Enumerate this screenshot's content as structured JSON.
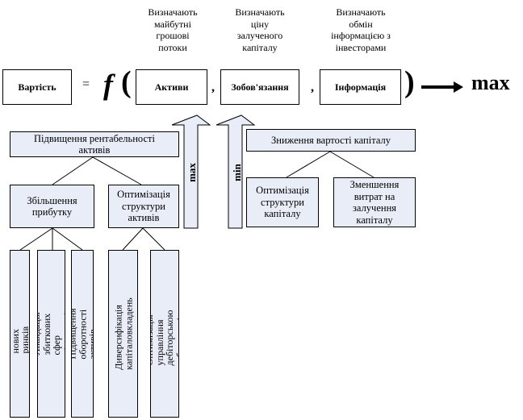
{
  "annotations": [
    "Визначають\nмайбутні\nгрошові\nпотоки",
    "Визначають\nціну\nзалученого\nкапіталу",
    "Визначають\nобмін\nінформацією з\nінвесторами"
  ],
  "formula": {
    "value_label": "Вартість",
    "equals": "=",
    "function_symbol": "f",
    "open_paren": "(",
    "args": [
      "Активи",
      "Зобов'язання",
      "Інформація"
    ],
    "comma": ",",
    "close_paren": ")",
    "arrow": "⟶",
    "target": "max"
  },
  "direction_arrows": {
    "assets": "max",
    "liabilities": "min"
  },
  "left_branch": {
    "root": "Підвищення рентабельності\nактивів",
    "children": [
      {
        "label": "Збільшення\nприбутку",
        "leaves": [
          "Освоєння нових ринків збуту",
          "Ліквідація збиткових сфер\nдіяльності",
          "Підвищення оборотності активів"
        ]
      },
      {
        "label": "Оптимізація\nструктури\nактивів",
        "leaves": [
          "Диверсифікація капіталовкладень",
          "Оптимізація управління\nдебіторською заборгованістю"
        ]
      }
    ]
  },
  "right_branch": {
    "root": "Зниження вартості капіталу",
    "children": [
      "Оптимізація\nструктури\nкапіталу",
      "Зменшення\nвитрат на\nзалучення\nкапіталу"
    ]
  },
  "colors": {
    "box_fill": "#e8edf7",
    "stroke": "#000000"
  }
}
